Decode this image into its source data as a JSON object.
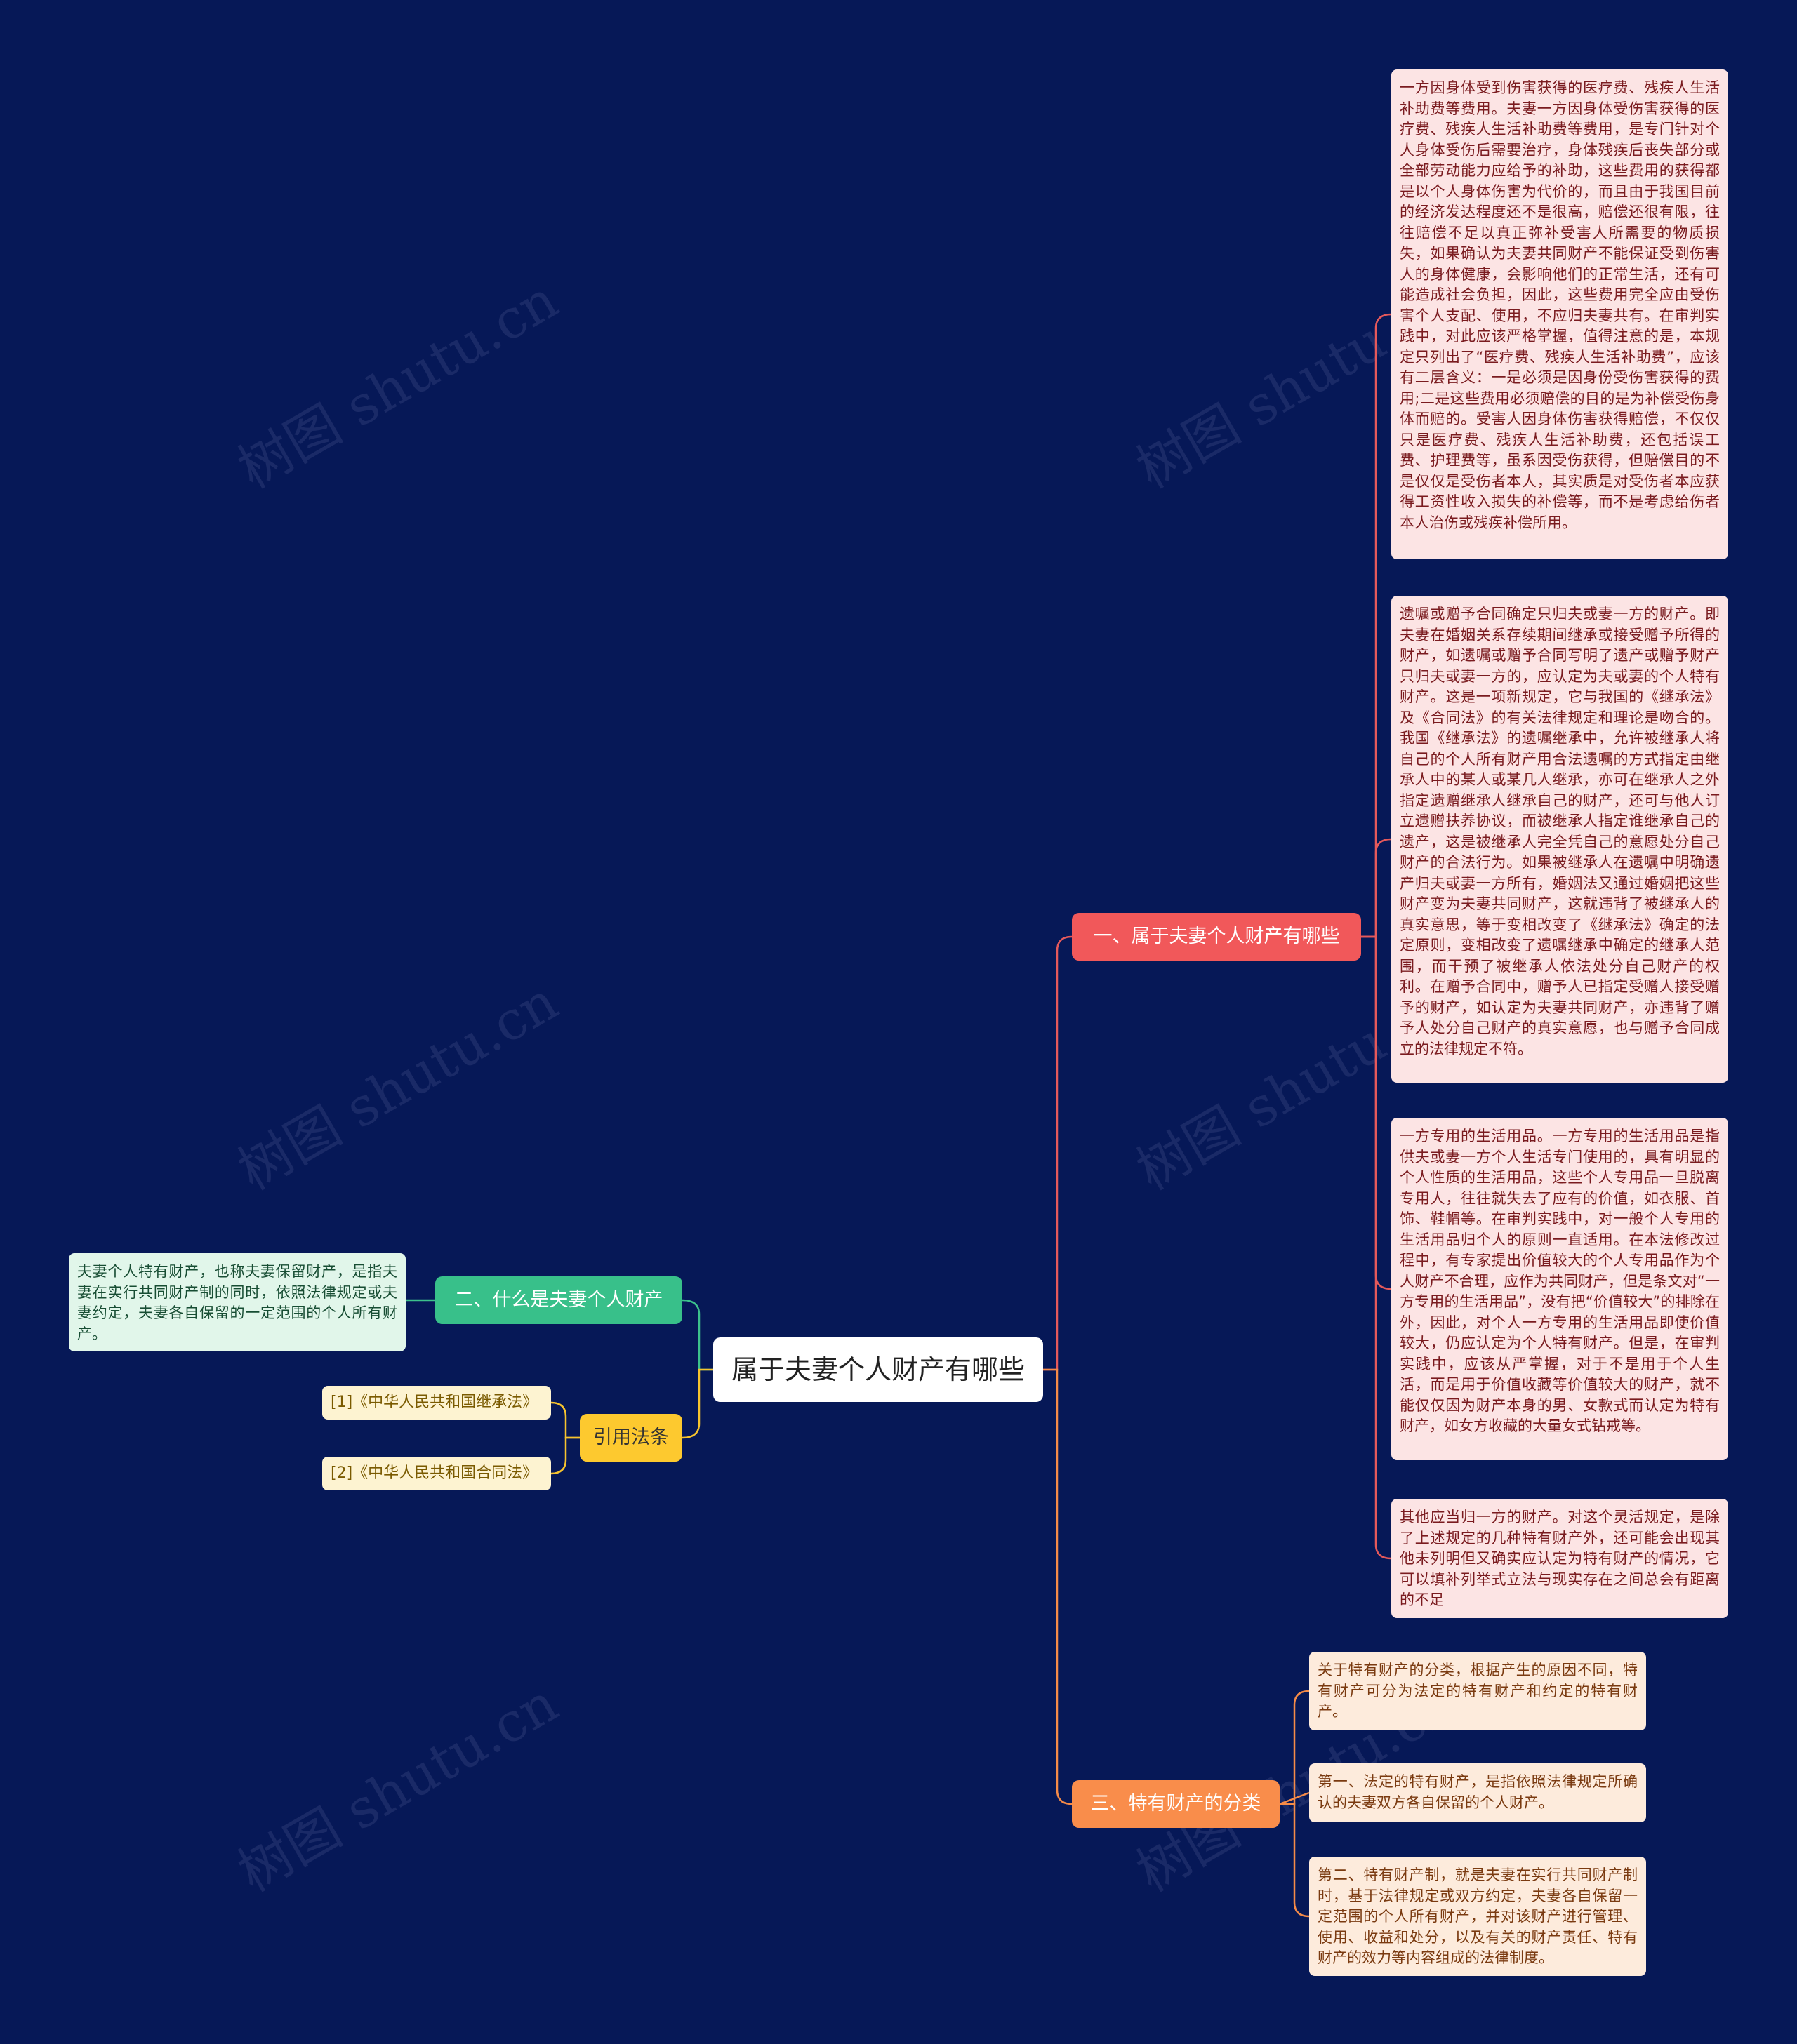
{
  "colors": {
    "background": "#061857",
    "branch_1": "#f1585a",
    "branch_2": "#38c08a",
    "branch_3": "#fdc92f",
    "branch_4": "#f98d4b",
    "link_red": "#e5595b",
    "link_green": "#3cc18c",
    "link_yellow": "#f7c42e",
    "link_orange": "#f58b48"
  },
  "watermark": "树图 shutu.cn",
  "root": {
    "label": "属于夫妻个人财产有哪些"
  },
  "branch_1": {
    "label": "一、属于夫妻个人财产有哪些",
    "items": [
      "一方因身体受到伤害获得的医疗费、残疾人生活补助费等费用。夫妻一方因身体受伤害获得的医疗费、残疾人生活补助费等费用，是专门针对个人身体受伤后需要治疗，身体残疾后丧失部分或全部劳动能力应给予的补助，这些费用的获得都是以个人身体伤害为代价的，而且由于我国目前的经济发达程度还不是很高，赔偿还很有限，往往赔偿不足以真正弥补受害人所需要的物质损失，如果确认为夫妻共同财产不能保证受到伤害人的身体健康，会影响他们的正常生活，还有可能造成社会负担，因此，这些费用完全应由受伤害个人支配、使用，不应归夫妻共有。在审判实践中，对此应该严格掌握，值得注意的是，本规定只列出了“医疗费、残疾人生活补助费”，应该有二层含义：一是必须是因身份受伤害获得的费用;二是这些费用必须赔偿的目的是为补偿受伤身体而赔的。受害人因身体伤害获得赔偿，不仅仅只是医疗费、残疾人生活补助费，还包括误工费、护理费等，虽系因受伤获得，但赔偿目的不是仅仅是受伤者本人，其实质是对受伤者本应获得工资性收入损失的补偿等，而不是考虑给伤者本人治伤或残疾补偿所用。",
      "遗嘱或赠予合同确定只归夫或妻一方的财产。即夫妻在婚姻关系存续期间继承或接受赠予所得的财产，如遗嘱或赠予合同写明了遗产或赠予财产只归夫或妻一方的，应认定为夫或妻的个人特有财产。这是一项新规定，它与我国的《继承法》及《合同法》的有关法律规定和理论是吻合的。我国《继承法》的遗嘱继承中，允许被继承人将自己的个人所有财产用合法遗嘱的方式指定由继承人中的某人或某几人继承，亦可在继承人之外指定遗赠继承人继承自己的财产，还可与他人订立遗赠扶养协议，而被继承人指定谁继承自己的遗产，这是被继承人完全凭自己的意愿处分自己财产的合法行为。如果被继承人在遗嘱中明确遗产归夫或妻一方所有，婚姻法又通过婚姻把这些财产变为夫妻共同财产，这就违背了被继承人的真实意思，等于变相改变了《继承法》确定的法定原则，变相改变了遗嘱继承中确定的继承人范围，而干预了被继承人依法处分自己财产的权利。在赠予合同中，赠予人已指定受赠人接受赠予的财产，如认定为夫妻共同财产，亦违背了赠予人处分自己财产的真实意愿，也与赠予合同成立的法律规定不符。",
      "一方专用的生活用品。一方专用的生活用品是指供夫或妻一方个人生活专门使用的，具有明显的个人性质的生活用品，这些个人专用品一旦脱离专用人，往往就失去了应有的价值，如衣服、首饰、鞋帽等。在审判实践中，对一般个人专用的生活用品归个人的原则一直适用。在本法修改过程中，有专家提出价值较大的个人专用品作为个人财产不合理，应作为共同财产，但是条文对“一方专用的生活用品”，没有把“价值较大”的排除在外，因此，对个人一方专用的生活用品即使价值较大，仍应认定为个人特有财产。但是，在审判实践中，应该从严掌握，对于不是用于个人生活，而是用于价值收藏等价值较大的财产，就不能仅仅因为财产本身的男、女款式而认定为特有财产，如女方收藏的大量女式钻戒等。",
      "其他应当归一方的财产。对这个灵活规定，是除了上述规定的几种特有财产外，还可能会出现其他未列明但又确实应认定为特有财产的情况，它可以填补列举式立法与现实存在之间总会有距离的不足"
    ]
  },
  "branch_2": {
    "label": "二、什么是夫妻个人财产",
    "items": [
      "夫妻个人特有财产，也称夫妻保留财产，是指夫妻在实行共同财产制的同时，依照法律规定或夫妻约定，夫妻各自保留的一定范围的个人所有财产。"
    ]
  },
  "branch_3": {
    "label": "引用法条",
    "items": [
      "[1]《中华人民共和国继承法》",
      "[2]《中华人民共和国合同法》"
    ]
  },
  "branch_4": {
    "label": "三、特有财产的分类",
    "items": [
      "关于特有财产的分类，根据产生的原因不同，特有财产可分为法定的特有财产和约定的特有财产。",
      "第一、法定的特有财产，是指依照法律规定所确认的夫妻双方各自保留的个人财产。",
      "第二、特有财产制，就是夫妻在实行共同财产制时，基于法律规定或双方约定，夫妻各自保留一定范围的个人所有财产，并对该财产进行管理、使用、收益和处分，以及有关的财产责任、特有财产的效力等内容组成的法律制度。"
    ]
  }
}
